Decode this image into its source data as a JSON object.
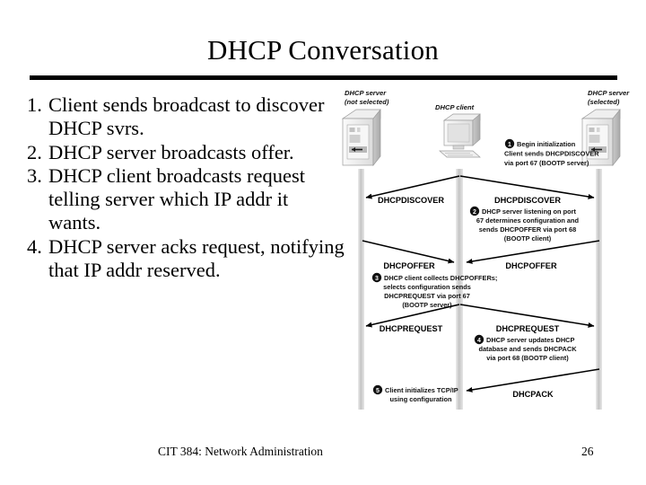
{
  "slide": {
    "title": "DHCP Conversation",
    "footer_left": "CIT 384: Network Administration",
    "footer_page": "26"
  },
  "bullets": [
    {
      "num": "1.",
      "text": "Client sends broadcast to discover DHCP svrs."
    },
    {
      "num": "2.",
      "text": "DHCP server broadcasts offer."
    },
    {
      "num": "3.",
      "text": "DHCP client broadcasts request telling server which IP addr it wants."
    },
    {
      "num": "4.",
      "text": "DHCP server acks request, notifying that IP addr reserved."
    }
  ],
  "diagram": {
    "actors": [
      {
        "id": "server-left",
        "label_line1": "DHCP server",
        "label_line2": "(not selected)",
        "type": "tower-server"
      },
      {
        "id": "client",
        "label_line1": "DHCP client",
        "label_line2": "",
        "type": "desktop-computer"
      },
      {
        "id": "server-right",
        "label_line1": "DHCP server",
        "label_line2": "(selected)",
        "type": "tower-server"
      }
    ],
    "messages": [
      {
        "label": "DHCPDISCOVER",
        "from": "client",
        "to": "server-left"
      },
      {
        "label": "DHCPDISCOVER",
        "from": "client",
        "to": "server-right"
      },
      {
        "label": "DHCPOFFER",
        "from": "server-left",
        "to": "client"
      },
      {
        "label": "DHCPOFFER",
        "from": "server-right",
        "to": "client"
      },
      {
        "label": "DHCPREQUEST",
        "from": "client",
        "to": "server-left"
      },
      {
        "label": "DHCPREQUEST",
        "from": "client",
        "to": "server-right"
      },
      {
        "label": "DHCPACK",
        "from": "server-right",
        "to": "client"
      }
    ],
    "steps": [
      {
        "number": "1",
        "lines": [
          "Begin initialization",
          "Client sends DHCPDISCOVER",
          "via port 67 (BOOTP server)"
        ]
      },
      {
        "number": "2",
        "lines": [
          "DHCP server listening on port",
          "67 determines configuration and",
          "sends DHCPOFFER via port 68",
          "(BOOTP client)"
        ]
      },
      {
        "number": "3",
        "lines": [
          "DHCP client collects DHCPOFFERs;",
          "selects configuration sends",
          "DHCPREQUEST via port 67",
          "(BOOTP server)"
        ]
      },
      {
        "number": "4",
        "lines": [
          "DHCP server updates DHCP",
          "database and sends DHCPACK",
          "via port 68 (BOOTP client)"
        ]
      },
      {
        "number": "5",
        "lines": [
          "Client initializes TCP/IP",
          "using configuration"
        ]
      }
    ]
  },
  "colors": {
    "background": "#ffffff",
    "text": "#000000",
    "lifeline": "#cfcfcf",
    "device_light": "#f2f2f2",
    "device_mid": "#d9d9d9",
    "device_dark": "#b5b5b5"
  }
}
